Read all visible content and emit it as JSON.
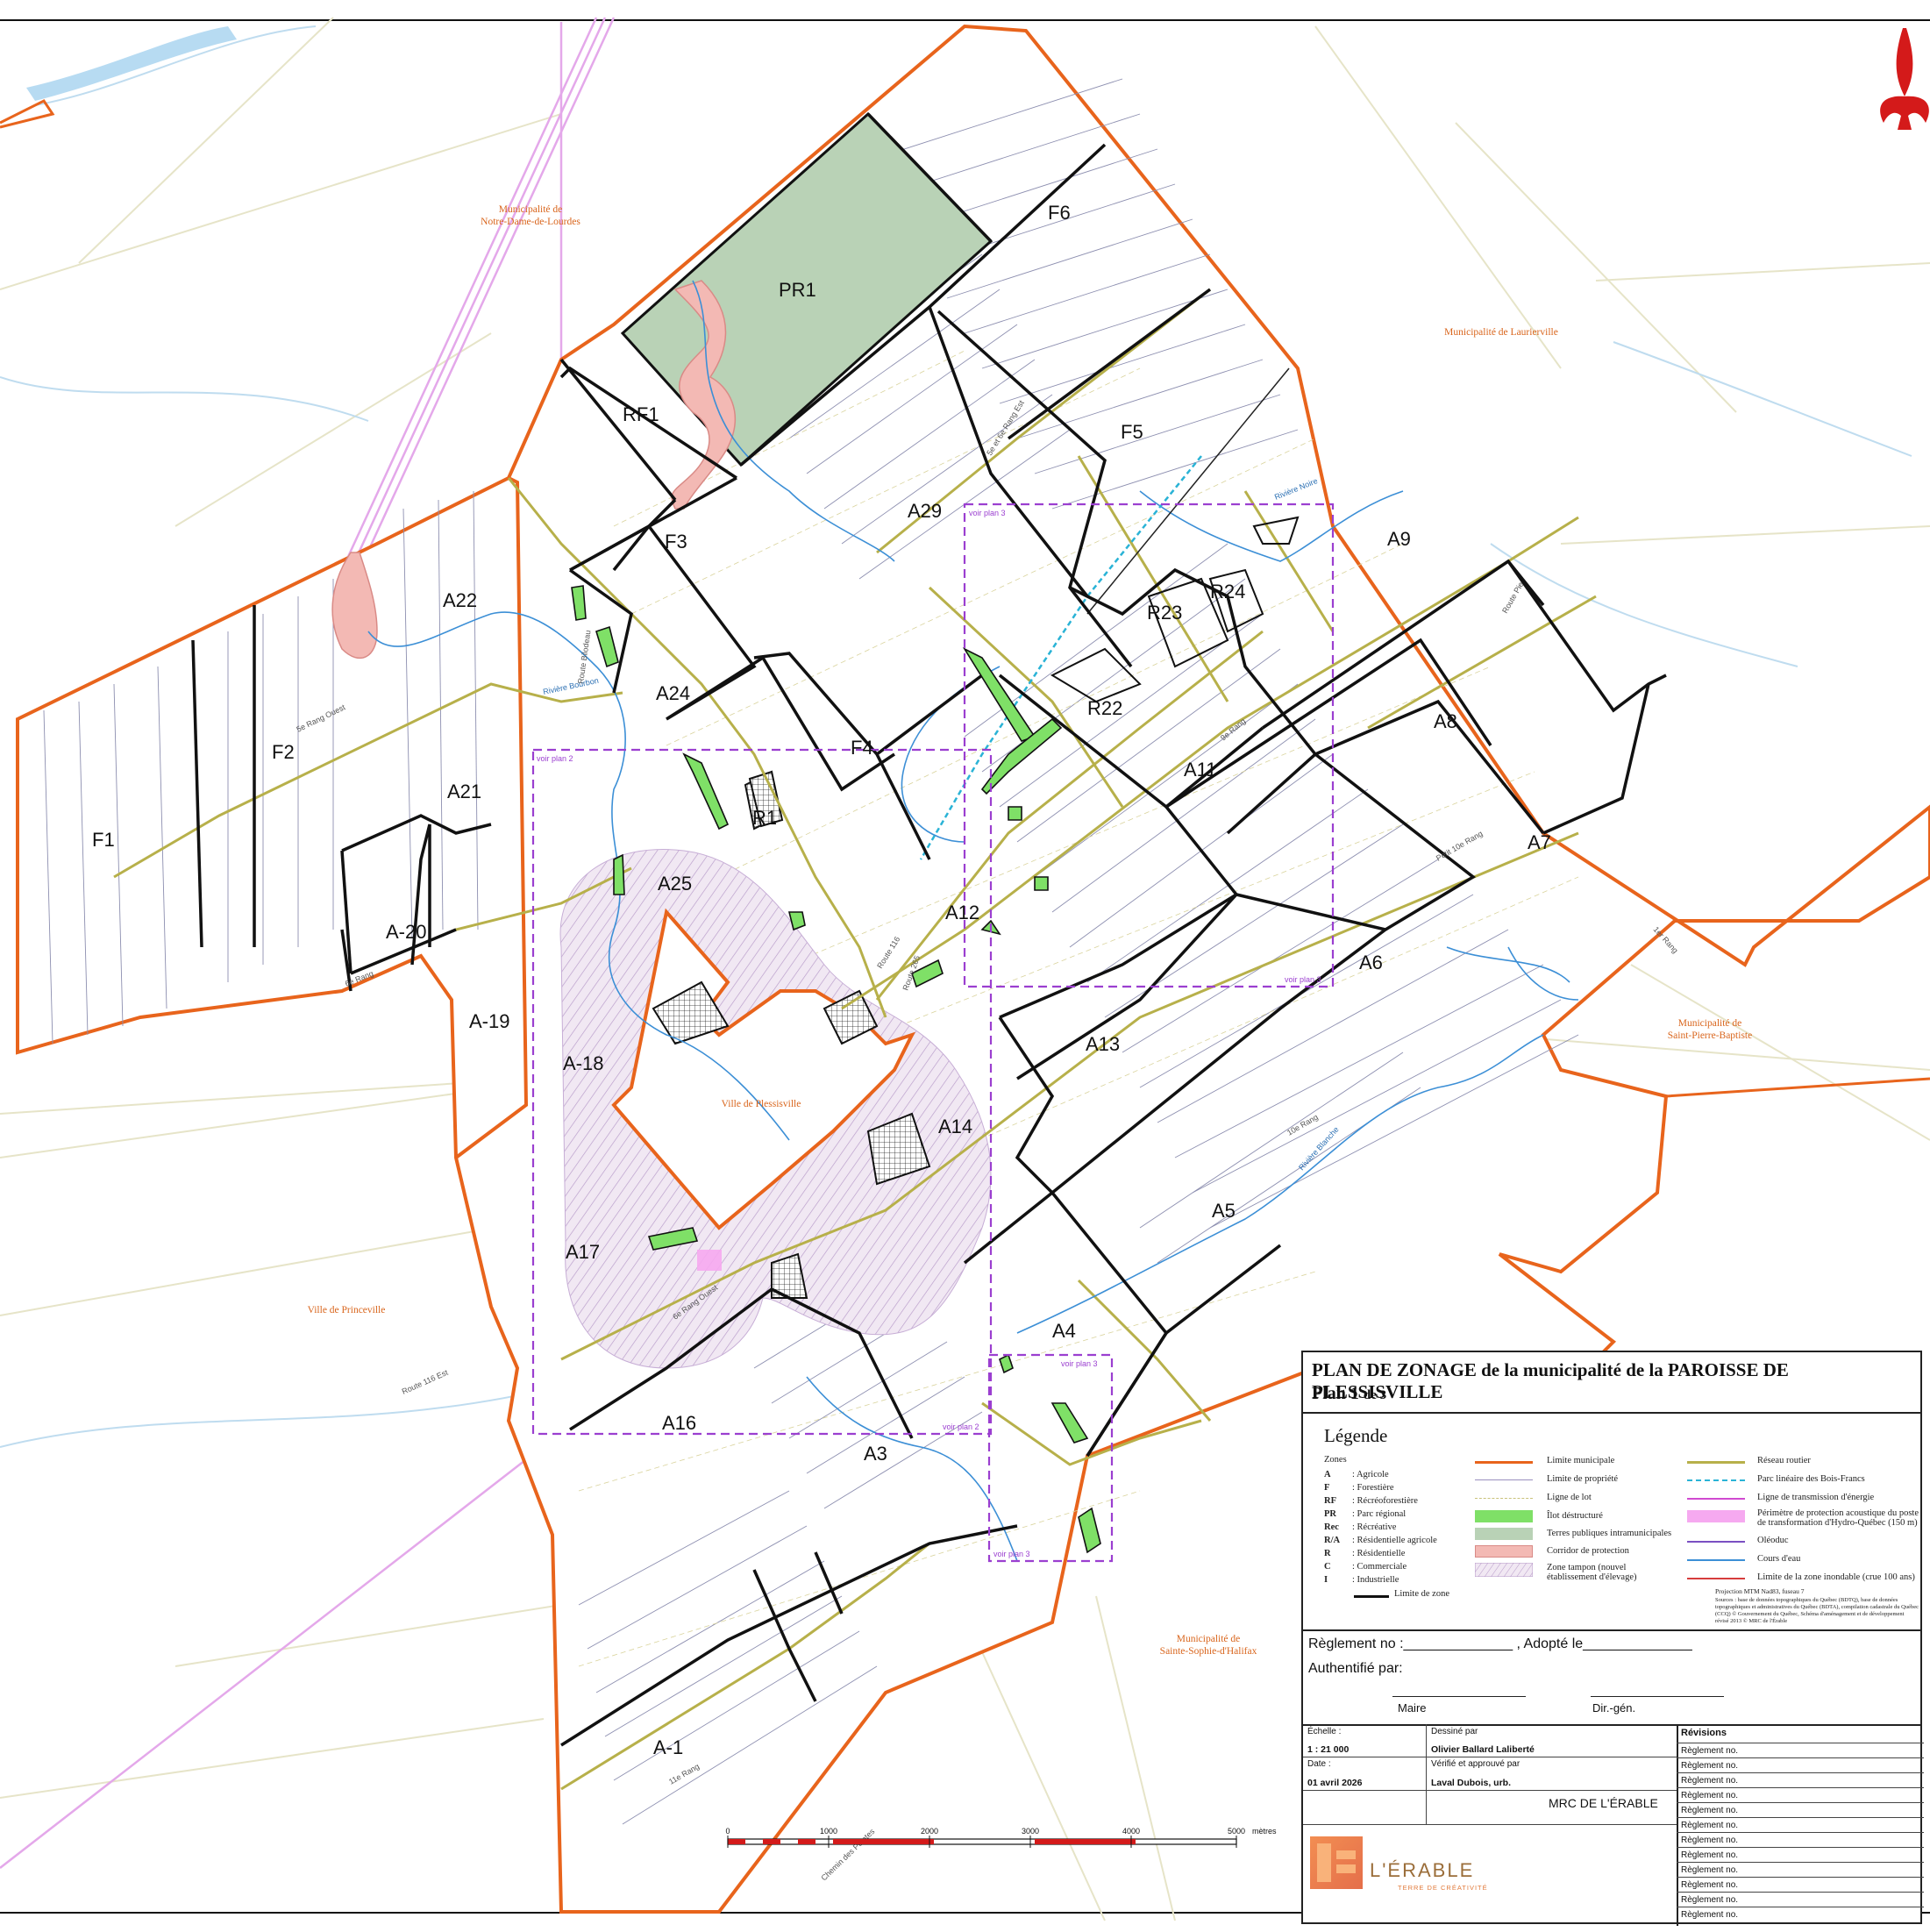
{
  "zones": [
    {
      "id": "pr1",
      "label": "PR1"
    },
    {
      "id": "rf1",
      "label": "RF1"
    },
    {
      "id": "f6",
      "label": "F6"
    },
    {
      "id": "f5",
      "label": "F5"
    },
    {
      "id": "f3",
      "label": "F3"
    },
    {
      "id": "f4",
      "label": "F4"
    },
    {
      "id": "f2",
      "label": "F2"
    },
    {
      "id": "f1",
      "label": "F1"
    },
    {
      "id": "a29",
      "label": "A29"
    },
    {
      "id": "a9",
      "label": "A9"
    },
    {
      "id": "a8",
      "label": "A8"
    },
    {
      "id": "a7",
      "label": "A7"
    },
    {
      "id": "a6",
      "label": "A6"
    },
    {
      "id": "a5",
      "label": "A5"
    },
    {
      "id": "a4",
      "label": "A4"
    },
    {
      "id": "a3",
      "label": "A3"
    },
    {
      "id": "a1",
      "label": "A-1"
    },
    {
      "id": "a11",
      "label": "A11"
    },
    {
      "id": "a12",
      "label": "A12"
    },
    {
      "id": "a13",
      "label": "A13"
    },
    {
      "id": "a14",
      "label": "A14"
    },
    {
      "id": "a16",
      "label": "A16"
    },
    {
      "id": "a17",
      "label": "A17"
    },
    {
      "id": "a18",
      "label": "A-18"
    },
    {
      "id": "a19",
      "label": "A-19"
    },
    {
      "id": "a20",
      "label": "A-20"
    },
    {
      "id": "a21",
      "label": "A21"
    },
    {
      "id": "a22",
      "label": "A22"
    },
    {
      "id": "a24",
      "label": "A24"
    },
    {
      "id": "a25",
      "label": "A25"
    },
    {
      "id": "r1",
      "label": "R1"
    },
    {
      "id": "r22",
      "label": "R22"
    },
    {
      "id": "r23",
      "label": "R23"
    },
    {
      "id": "r24",
      "label": "R24"
    }
  ],
  "places": [
    {
      "id": "ndl",
      "text": "Municipalité de\nNotre-Dame-de-Lourdes"
    },
    {
      "id": "laur",
      "text": "Municipalité de Laurierville"
    },
    {
      "id": "spb",
      "text": "Municipalité de\nSaint-Pierre-Baptiste"
    },
    {
      "id": "ssh",
      "text": "Municipalité de\nSainte-Sophie-d'Halifax"
    },
    {
      "id": "princ",
      "text": "Ville de Princeville"
    },
    {
      "id": "pless",
      "text": "Ville de Plessisville"
    }
  ],
  "roads": [
    {
      "id": "r1",
      "text": "5e Rang Ouest"
    },
    {
      "id": "r2",
      "text": "Route 116"
    },
    {
      "id": "r3",
      "text": "6e Rang"
    },
    {
      "id": "r4",
      "text": "9e Rang"
    },
    {
      "id": "r5",
      "text": "10e Rang"
    },
    {
      "id": "r6",
      "text": "11e Rang"
    },
    {
      "id": "r7",
      "text": "Route 265"
    },
    {
      "id": "r8",
      "text": "Route 116 Est"
    },
    {
      "id": "r9",
      "text": "6e Rang Ouest"
    },
    {
      "id": "r10",
      "text": "5e et 6e Rang Est"
    },
    {
      "id": "r11",
      "text": "Route Bilodeau"
    },
    {
      "id": "r12",
      "text": "Chemin des Pointes"
    },
    {
      "id": "r13",
      "text": "Petit 10e Rang"
    },
    {
      "id": "r14",
      "text": "1er Rang"
    },
    {
      "id": "r15",
      "text": "Route Pie"
    }
  ],
  "rivers": [
    {
      "id": "rv1",
      "text": "Rivière Bourbon"
    },
    {
      "id": "rv2",
      "text": "Rivière Noire"
    },
    {
      "id": "rv3",
      "text": "Rivière Blanche"
    }
  ],
  "inset_labels": {
    "plan2_a": "voir plan 2",
    "plan2_b": "voir plan 2",
    "plan3_a": "voir plan 3",
    "plan3_b": "voir plan 3",
    "plan3_c": "voir plan 3",
    "plan3_d": "voir plan 3"
  },
  "title_block": {
    "title": "PLAN DE ZONAGE de la municipalité de la PAROISSE DE PLESSISVILLE",
    "plan": "Plan 1",
    "plan_of": "de 3",
    "legend_title": "Légende",
    "zones_heading": "Zones",
    "zone_codes": [
      {
        "code": "A",
        "name": ": Agricole"
      },
      {
        "code": "F",
        "name": ": Forestière"
      },
      {
        "code": "RF",
        "name": ": Récréoforestière"
      },
      {
        "code": "PR",
        "name": ": Parc régional"
      },
      {
        "code": "Rec",
        "name": ": Récréative"
      },
      {
        "code": "R/A",
        "name": ": Résidentielle agricole"
      },
      {
        "code": "R",
        "name": ": Résidentielle"
      },
      {
        "code": "C",
        "name": ": Commerciale"
      },
      {
        "code": "I",
        "name": ": Industrielle"
      }
    ],
    "zone_limit": "Limite de zone",
    "line_items": [
      {
        "text": "Limite municipale",
        "color": "#e8641c"
      },
      {
        "text": "Limite de propriété",
        "color": "#9a8fbf"
      },
      {
        "text": "Ligne de lot",
        "color": "#c9c27a"
      },
      {
        "text": "Îlot déstructuré",
        "color": "#7fe067"
      },
      {
        "text": "Terres publiques intramunicipales",
        "color": "#b9d2b6"
      },
      {
        "text": "Corridor de protection",
        "color": "#f3b9b4"
      },
      {
        "text": "Zone tampon (nouvel établissement d'élevage)",
        "color": "#b79ac9"
      }
    ],
    "line_items_2": [
      {
        "text": "Réseau routier",
        "color": "#b7b04a"
      },
      {
        "text": "Parc linéaire des Bois-Francs",
        "color": "#2ab3d6"
      },
      {
        "text": "Ligne de transmission d'énergie",
        "color": "#d04ad0"
      },
      {
        "text": "Périmètre de protection acoustique du poste de transformation d'Hydro-Québec (150 m)",
        "color": "#f6a9f0"
      },
      {
        "text": "Oléoduc",
        "color": "#7a4fc2"
      },
      {
        "text": "Cours d'eau",
        "color": "#3c8fd6"
      },
      {
        "text": "Limite de la zone inondable (crue 100 ans)",
        "color": "#d63c3c"
      }
    ],
    "projection": "Projection MTM Nad83, fuseau 7",
    "sources": "Sources : base de données topographiques du Québec (BDTQ), base de données topographiques et administratives du Québec (BDTA), compilation cadastrale du Québec (CCQ)  © Gouvernement du Québec, Schéma d'aménagement et de développement révisé 2013  © MRC de l'Érable",
    "reglement": "Règlement no :______________ , Adopté le______________",
    "authentifie": "Authentifié par:",
    "maire": "Maire",
    "dirgen": "Dir.-gén.",
    "echelle_label": "Échelle :",
    "echelle": "1 : 21 000",
    "dessine_label": "Dessiné par",
    "dessine": "Olivier Ballard Laliberté",
    "date_label": "Date :",
    "date": "01 avril 2026",
    "verifie_label": "Vérifié et approuvé par",
    "verifie": "Laval Dubois, urb.",
    "mrc": "MRC DE L'ÉRABLE",
    "logo_name": "L'ÉRABLE",
    "logo_tag": "TERRE DE CRÉATIVITÉ",
    "revisions_label": "Révisions",
    "revisions": [
      "Règlement no.",
      "Règlement no.",
      "Règlement no.",
      "Règlement no.",
      "Règlement no.",
      "Règlement no.",
      "Règlement no.",
      "Règlement no.",
      "Règlement no.",
      "Règlement no.",
      "Règlement no.",
      "Règlement no."
    ]
  },
  "scale_bar": {
    "ticks": [
      "0",
      "1000",
      "2000",
      "3000",
      "4000",
      "5000"
    ],
    "unit": "mètres"
  },
  "colors": {
    "municipal_limit": "#e8641c",
    "zone_limit": "#111111",
    "road": "#b7b04a",
    "river": "#3c8fd6",
    "islet": "#7fe067",
    "public_land": "#b9d2b6",
    "corridor": "#f3b9b4",
    "inset": "#9b3fd0",
    "transmission": "#d04ad0"
  }
}
